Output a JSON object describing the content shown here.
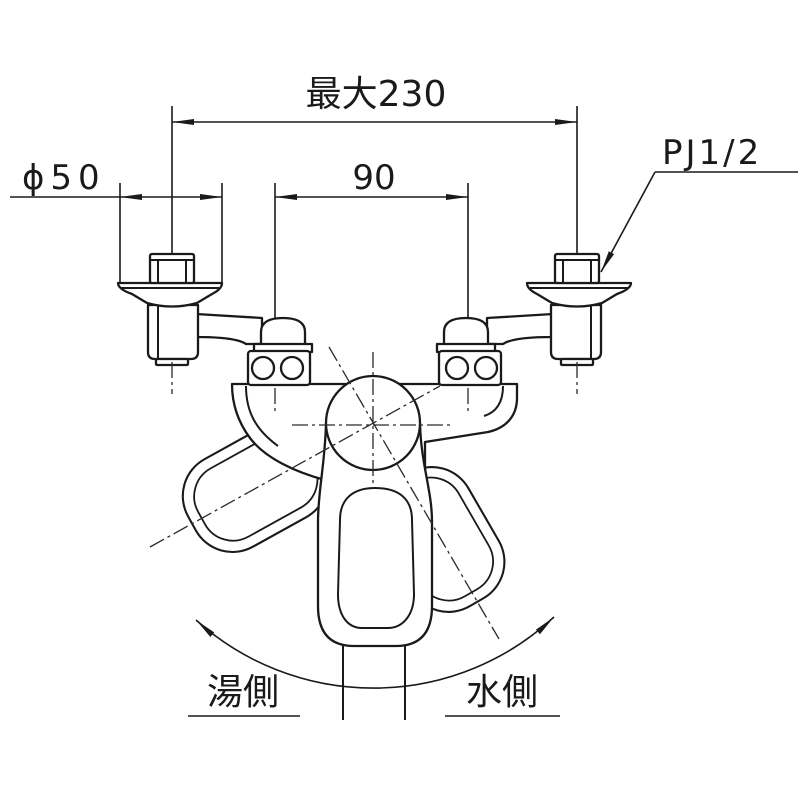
{
  "dimensions": {
    "max_width": "最大230",
    "flange_diameter": "ϕ50",
    "inlet_spacing": "90",
    "thread": "PJ1/2"
  },
  "labels": {
    "hot_side": "湯側",
    "cold_side": "水側"
  },
  "colors": {
    "line": "#1a1a1a",
    "background": "#ffffff"
  }
}
